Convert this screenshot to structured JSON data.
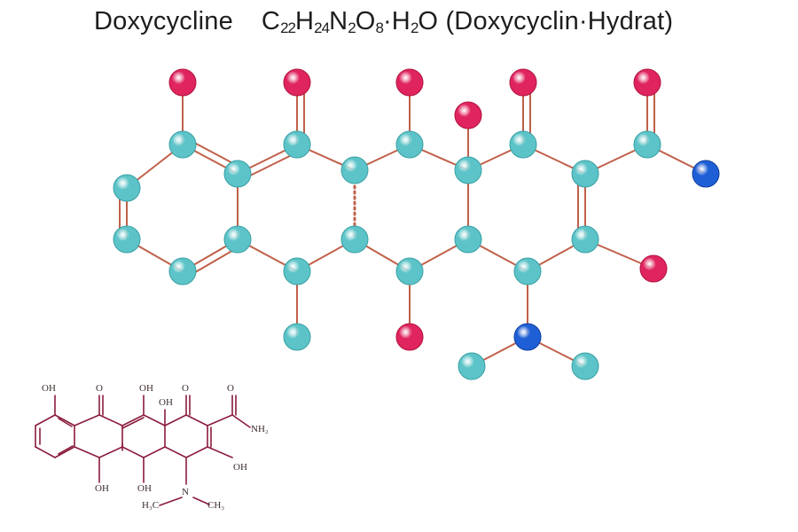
{
  "title": {
    "name": "Doxycycline",
    "formula_parts": [
      {
        "t": "C",
        "sub": false
      },
      {
        "t": "22",
        "sub": true
      },
      {
        "t": "H",
        "sub": false
      },
      {
        "t": "24",
        "sub": true
      },
      {
        "t": "N",
        "sub": false
      },
      {
        "t": "2",
        "sub": true
      },
      {
        "t": "O",
        "sub": false
      },
      {
        "t": "8",
        "sub": true
      },
      {
        "t": "·H",
        "sub": false
      },
      {
        "t": "2",
        "sub": true
      },
      {
        "t": "O",
        "sub": false
      }
    ],
    "german_name": "(Doxycyclin·Hydrat)"
  },
  "colors": {
    "carbon": "#5cc4c8",
    "oxygen": "#e0245e",
    "nitrogen": "#1f5fd6",
    "bond": "#c0604a",
    "skeletal_line": "#8a1c3c"
  },
  "skeletal_labels": {
    "oh1": "OH",
    "o1": "O",
    "oh2": "OH",
    "o2": "O",
    "o3": "O",
    "oh_center": "OH",
    "nh2": "NH₂",
    "oh_right": "OH",
    "oh_b1": "OH",
    "oh_b2": "OH",
    "n": "N",
    "h3c": "H₃C",
    "ch3": "CH₃"
  }
}
